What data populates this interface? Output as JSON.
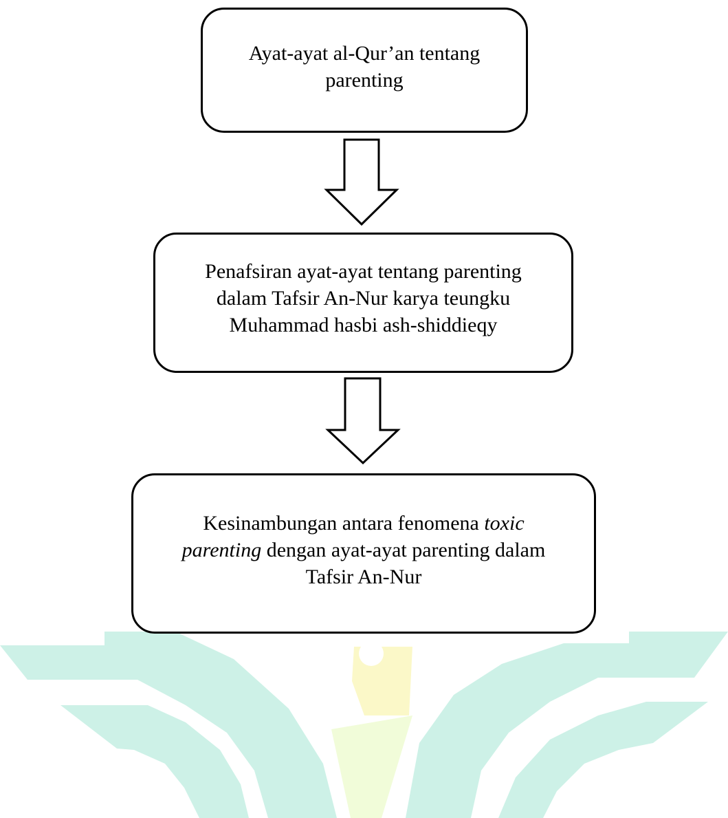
{
  "colors": {
    "stroke": "#000000",
    "watermark_teal": "#cdf1e7",
    "watermark_yellow": "#fbf8c8",
    "watermark_green": "#f1fcd9"
  },
  "flow": {
    "step1": {
      "line1": "Ayat-ayat al-Qur’an tentang",
      "line2": "parenting"
    },
    "step2": {
      "line1": "Penafsiran ayat-ayat tentang parenting",
      "line2": "dalam Tafsir An-Nur karya teungku",
      "line3": "Muhammad hasbi ash-shiddieqy"
    },
    "step3": {
      "line1_prefix": "Kesinambungan antara fenomena ",
      "line1_italic": "toxic",
      "line2_italic": "parenting",
      "line2_suffix": " dengan ayat-ayat parenting dalam",
      "line3": "Tafsir An-Nur"
    },
    "arrow_icon": "down-arrow-outline-icon"
  }
}
